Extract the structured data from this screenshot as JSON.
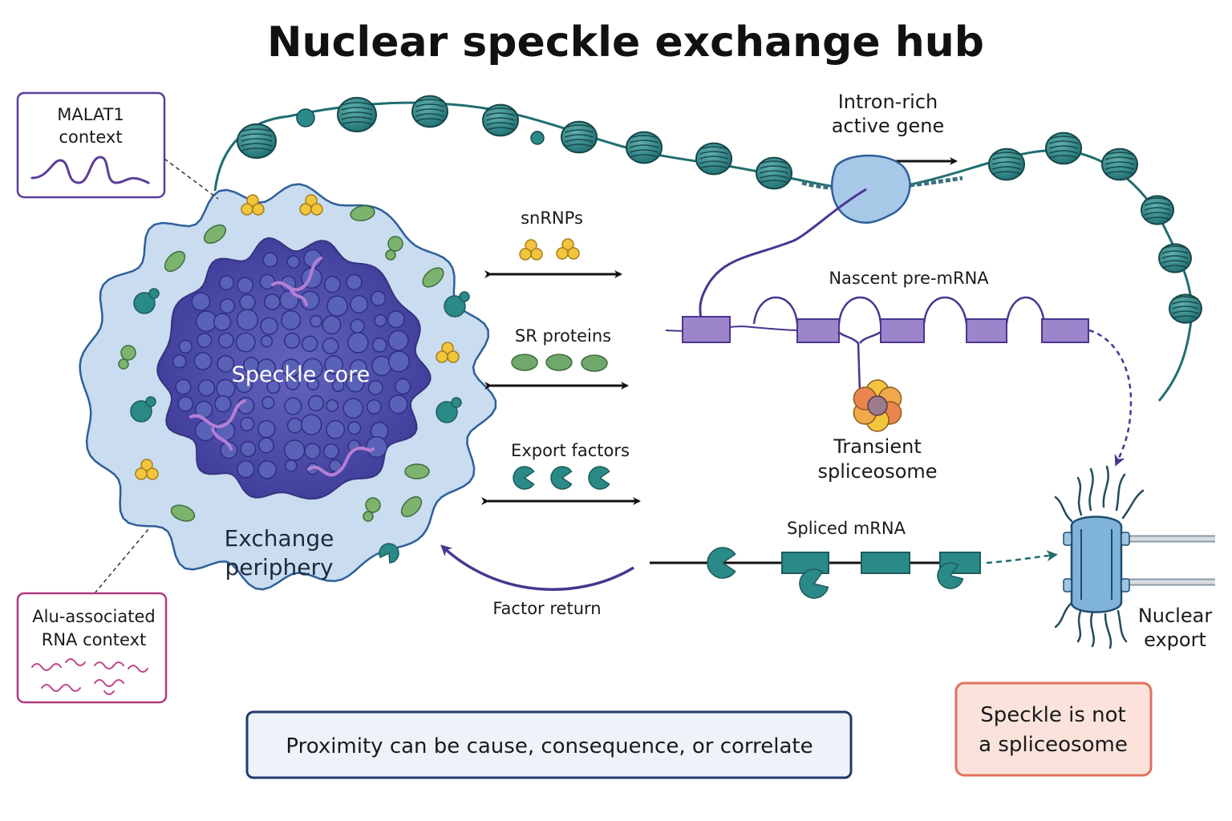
{
  "title": "Nuclear speckle exchange hub",
  "context_boxes": {
    "malat1": [
      "MALAT1",
      "context"
    ],
    "alu": [
      "Alu-associated",
      "RNA context"
    ]
  },
  "speckle": {
    "core_label": "Speckle core",
    "periphery_label": [
      "Exchange",
      "periphery"
    ]
  },
  "factors": {
    "snrnps": "snRNPs",
    "sr_proteins": "SR proteins",
    "export_factors": "Export factors",
    "factor_return": "Factor return"
  },
  "gene": {
    "label": [
      "Intron-rich",
      "active gene"
    ],
    "nascent_premrna": "Nascent pre-mRNA",
    "spliceosome": [
      "Transient",
      "spliceosome"
    ],
    "spliced_mrna": "Spliced mRNA",
    "nuclear_export": [
      "Nuclear",
      "export"
    ]
  },
  "notes": {
    "proximity": "Proximity can be cause, consequence, or correlate",
    "not_spliceosome": [
      "Speckle is not",
      "a spliceosome"
    ]
  },
  "colors": {
    "core": "#4a4aa6",
    "periphery": "#c9dcf0",
    "nucleosome": "#2e8a8a",
    "snrnp": "#f2c53d",
    "sr_protein": "#6fa86a",
    "export_factor": "#2a7f7f",
    "exon": "#9d85cc",
    "rna_purple": "#5b3d9a",
    "alu_pink": "#c2468a",
    "note_red_border": "#e0735c",
    "note_blue_border": "#1f3a6b"
  }
}
